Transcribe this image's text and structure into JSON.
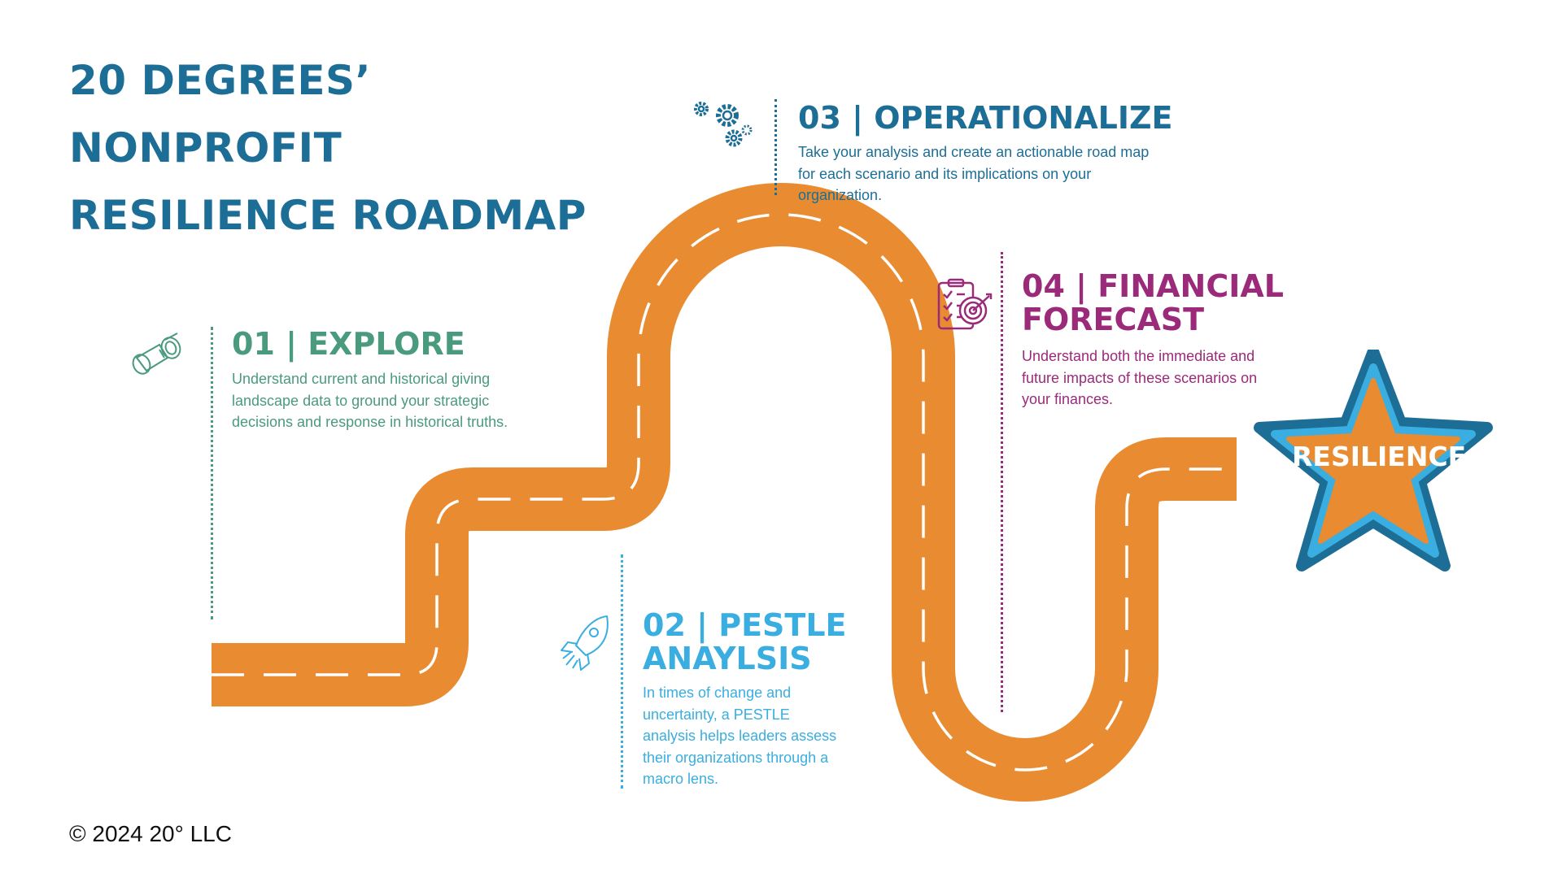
{
  "title_lines": [
    "20 DEGREES’",
    "NONPROFIT",
    "RESILIENCE ROADMAP"
  ],
  "steps": [
    {
      "title_lines": [
        "01 | EXPLORE"
      ],
      "desc_lines": [
        "Understand current and historical  giving",
        "landscape data to ground your strategic",
        "decisions and response in historical truths."
      ],
      "icon": "binoculars-icon",
      "color": "#4a9a7d"
    },
    {
      "title_lines": [
        "02 | PESTLE",
        "ANAYLSIS"
      ],
      "desc_lines": [
        "In times of change and",
        "uncertainty, a PESTLE",
        "analysis helps leaders assess",
        "their organizations through a",
        "macro lens."
      ],
      "icon": "rocket-icon",
      "color": "#3aaee0"
    },
    {
      "title_lines": [
        "03 | OPERATIONALIZE"
      ],
      "desc_lines": [
        "Take your analysis and create an actionable road map",
        "for each scenario and its implications on your",
        "organization."
      ],
      "icon": "gears-icon",
      "color": "#1d6e97"
    },
    {
      "title_lines": [
        "04 | FINANCIAL",
        "FORECAST"
      ],
      "desc_lines": [
        "Understand both the immediate and",
        "future impacts of these scenarios on",
        "your finances."
      ],
      "icon": "checklist-target-icon",
      "color": "#9b2a7a"
    }
  ],
  "goal": {
    "label": "RESILIENCE",
    "icon": "star-icon"
  },
  "copyright": "© 2024 20° LLC",
  "colors": {
    "road": "#e98b30",
    "road_dash": "#ffffff",
    "title": "#1d6e97",
    "star_outer": "#1d6e97",
    "star_inner": "#3aaee0",
    "star_fill": "#e98b30"
  }
}
